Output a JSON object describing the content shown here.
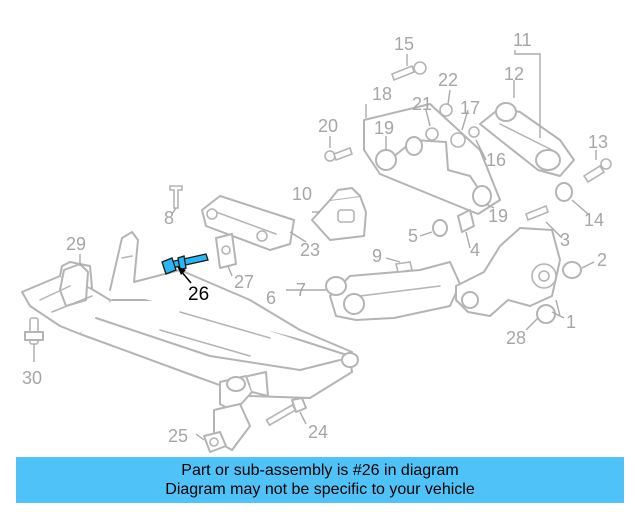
{
  "callouts": {
    "c1": "1",
    "c2": "2",
    "c3": "3",
    "c4": "4",
    "c5": "5",
    "c6": "6",
    "c7": "7",
    "c8": "8",
    "c9": "9",
    "c10": "10",
    "c11": "11",
    "c12": "12",
    "c13": "13",
    "c14": "14",
    "c15": "15",
    "c16": "16",
    "c17": "17",
    "c18": "18",
    "c19a": "19",
    "c19b": "19",
    "c20": "20",
    "c21": "21",
    "c22": "22",
    "c23": "23",
    "c24": "24",
    "c25": "25",
    "c26": "26",
    "c27": "27",
    "c28": "28",
    "c29": "29",
    "c30": "30"
  },
  "highlight": {
    "part_number": "26",
    "color": "#29b6f6"
  },
  "banner": {
    "line1": "Part or sub-assembly is #26 in diagram",
    "line2": "Diagram may not be specific to your vehicle",
    "background": "#4fc3f7"
  }
}
